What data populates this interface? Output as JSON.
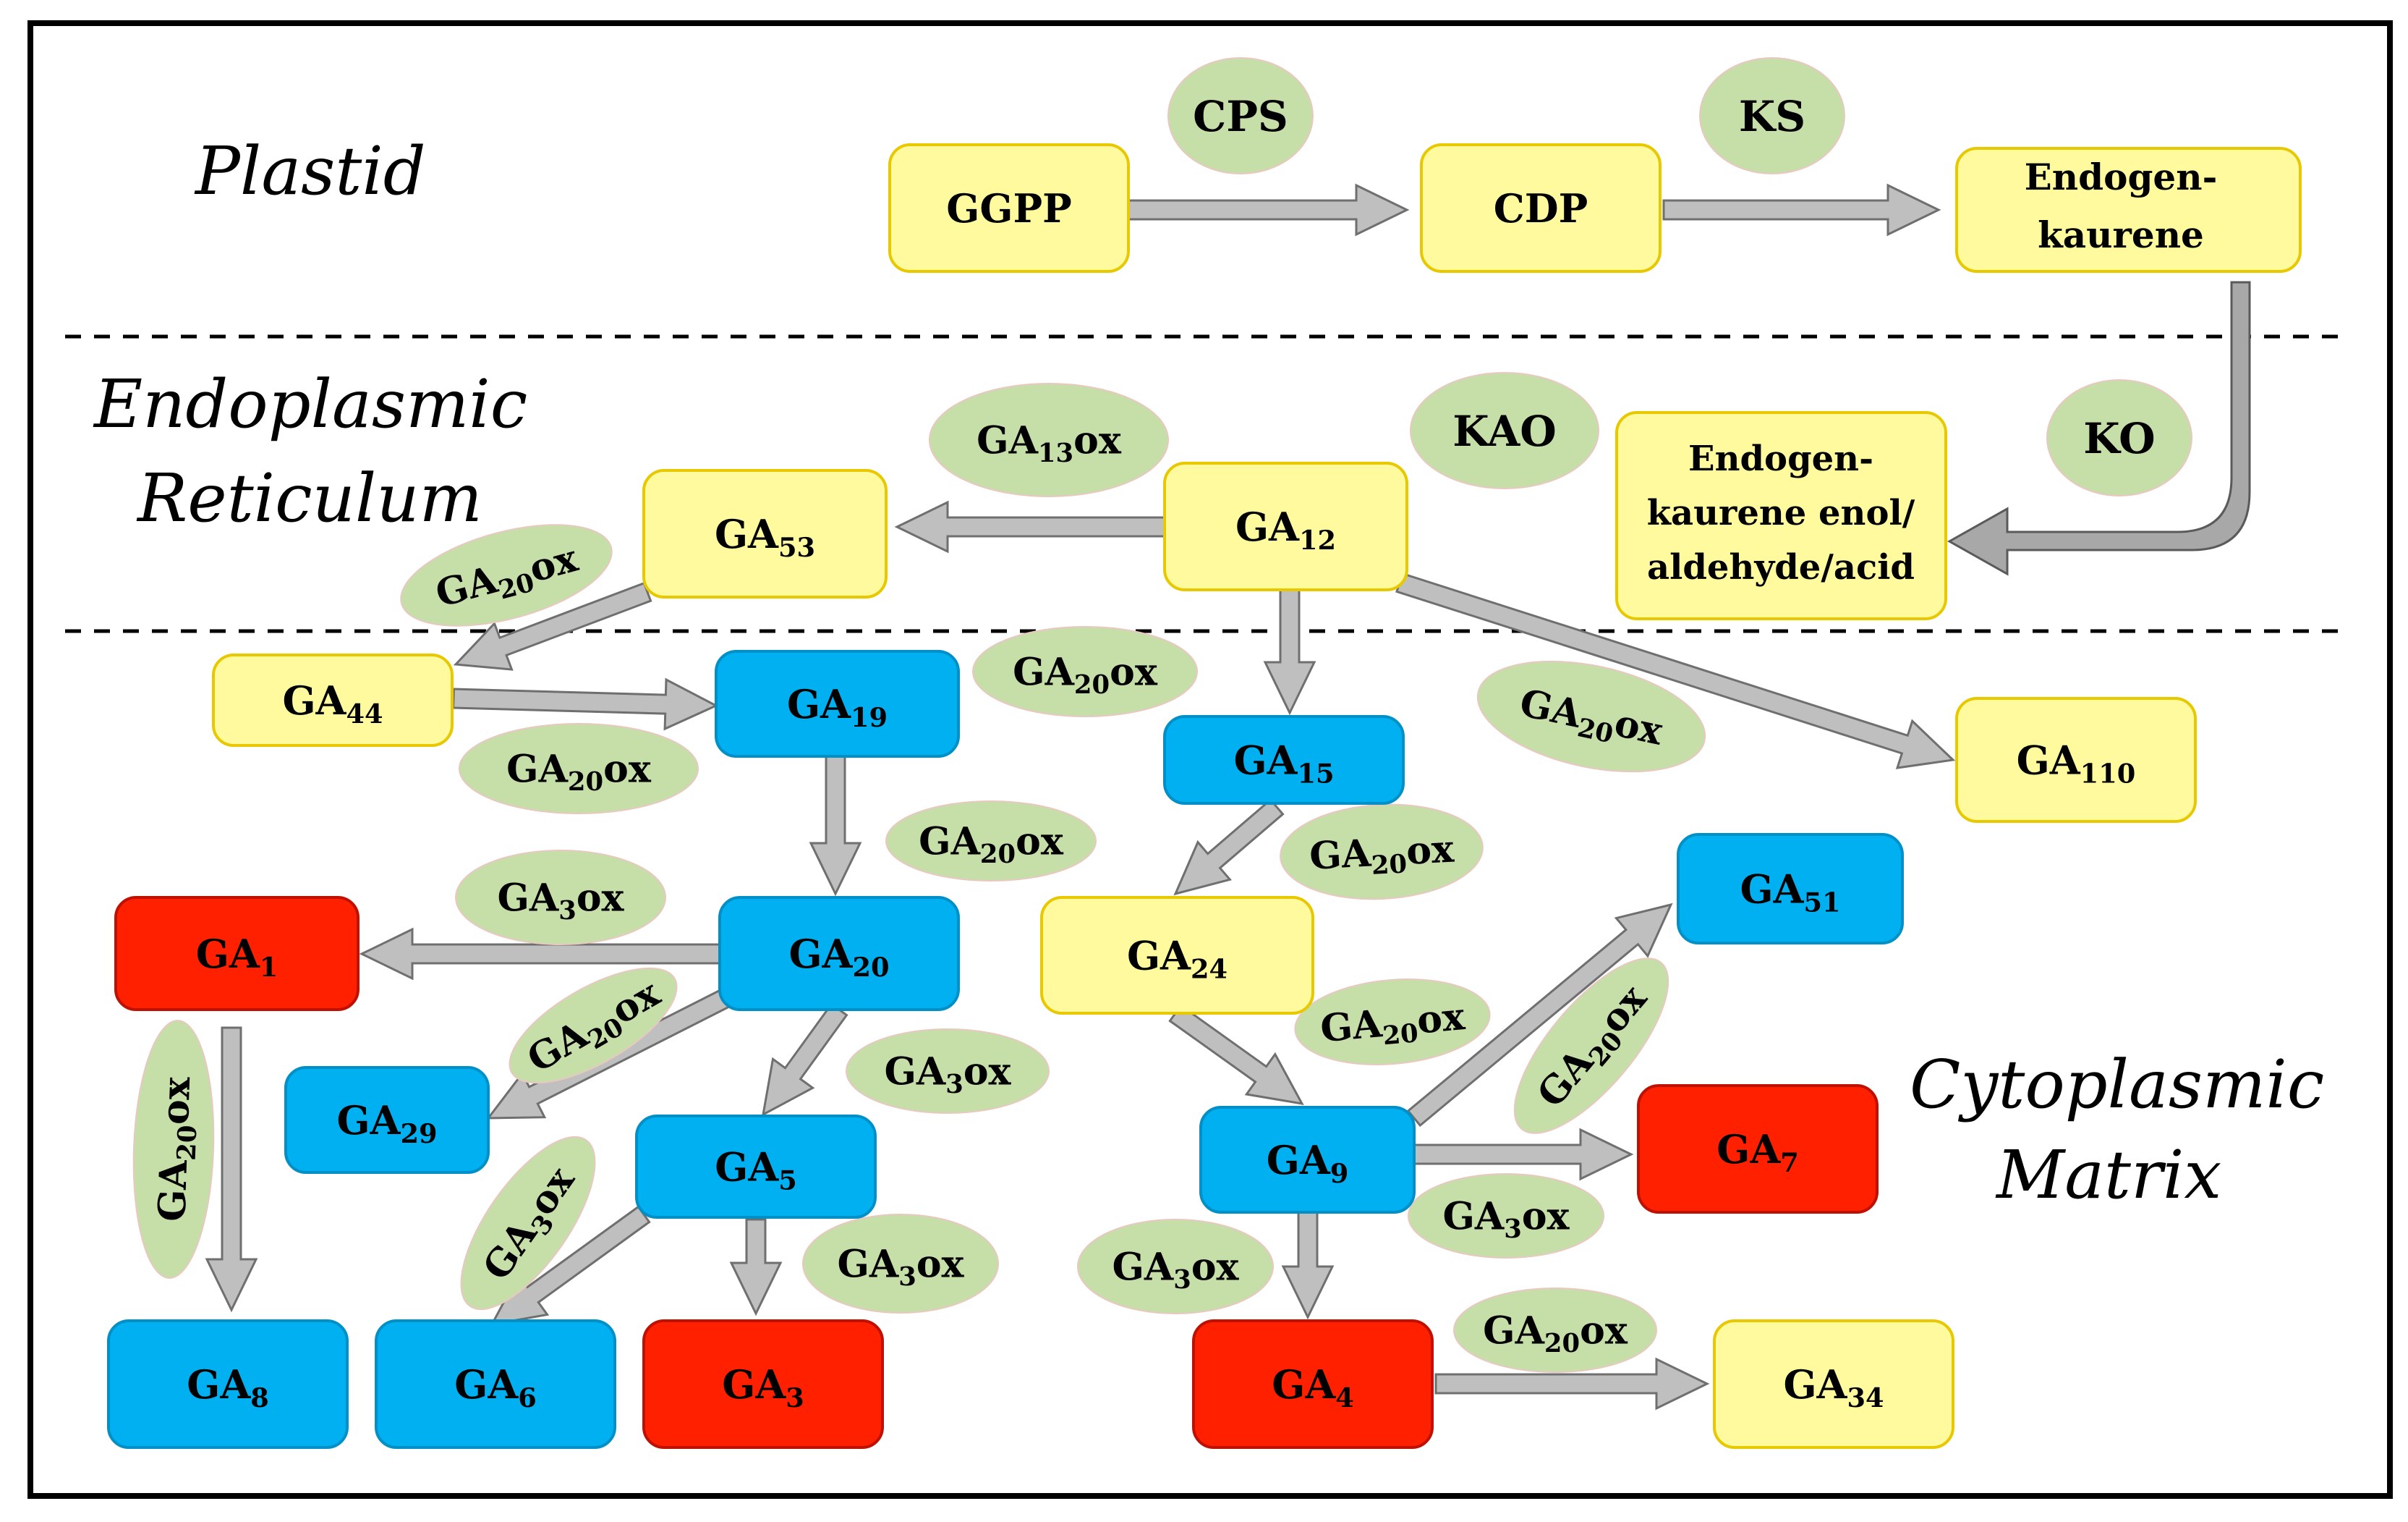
{
  "regions": {
    "plastid": "Plastid",
    "er_line1": "Endoplasmic",
    "er_line2": "Reticulum",
    "cyto_line1": "Cytoplasmic",
    "cyto_line2": "Matrix"
  },
  "compartment_legend": {
    "colors": {
      "node_yellow": "#fffa9e",
      "node_yellow_border": "#e8c800",
      "node_blue": "#00b0f0",
      "node_blue_border": "#0090c8",
      "node_red": "#ff2000",
      "node_red_border": "#c01000",
      "enzyme_green": "#c6dfa8",
      "arrow_gray": "#bfbfbf"
    }
  },
  "nodes": {
    "ggpp": {
      "base": "GGPP",
      "sub": ""
    },
    "cdp": {
      "base": "CDP",
      "sub": ""
    },
    "ent_kaurene_1": "Endogen-",
    "ent_kaurene_2": "kaurene",
    "ent_acid_1": "Endogen-",
    "ent_acid_2": "kaurene enol/",
    "ent_acid_3": "aldehyde/acid",
    "ga12": {
      "base": "GA",
      "sub": "12"
    },
    "ga53": {
      "base": "GA",
      "sub": "53"
    },
    "ga44": {
      "base": "GA",
      "sub": "44"
    },
    "ga19": {
      "base": "GA",
      "sub": "19"
    },
    "ga15": {
      "base": "GA",
      "sub": "15"
    },
    "ga110": {
      "base": "GA",
      "sub": "110"
    },
    "ga1": {
      "base": "GA",
      "sub": "1"
    },
    "ga20": {
      "base": "GA",
      "sub": "20"
    },
    "ga24": {
      "base": "GA",
      "sub": "24"
    },
    "ga51": {
      "base": "GA",
      "sub": "51"
    },
    "ga29": {
      "base": "GA",
      "sub": "29"
    },
    "ga5": {
      "base": "GA",
      "sub": "5"
    },
    "ga9": {
      "base": "GA",
      "sub": "9"
    },
    "ga7": {
      "base": "GA",
      "sub": "7"
    },
    "ga8": {
      "base": "GA",
      "sub": "8"
    },
    "ga6": {
      "base": "GA",
      "sub": "6"
    },
    "ga3": {
      "base": "GA",
      "sub": "3"
    },
    "ga4": {
      "base": "GA",
      "sub": "4"
    },
    "ga34": {
      "base": "GA",
      "sub": "34"
    }
  },
  "enzymes": {
    "cps": "CPS",
    "ks": "KS",
    "ko": "KO",
    "kao": "KAO",
    "ga13ox": {
      "base": "GA",
      "sub": "13",
      "suffix": "ox"
    },
    "ga20ox": {
      "base": "GA",
      "sub": "20",
      "suffix": "ox"
    },
    "ga3ox": {
      "base": "GA",
      "sub": "3",
      "suffix": "ox"
    }
  }
}
